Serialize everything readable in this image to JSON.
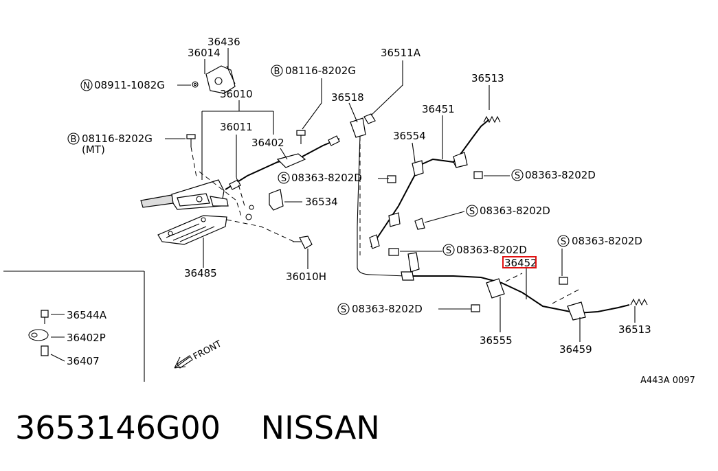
{
  "labels": {
    "p36436": "36436",
    "p36014": "36014",
    "n08911": "08911-1082G",
    "n_symbol": "N",
    "b08116_top": "08116-8202G",
    "b_symbol": "B",
    "p36010": "36010",
    "p36011": "36011",
    "b08116_left": "08116-8202G",
    "mt": "(MT)",
    "p36402": "36402",
    "p36518": "36518",
    "p36511a": "36511A",
    "p36513_top": "36513",
    "p36451": "36451",
    "p36554": "36554",
    "s_symbol": "S",
    "s08363_a": "08363-8202D",
    "s08363_b": "08363-8202D",
    "p36534": "36534",
    "s08363_c": "08363-8202D",
    "s08363_d": "08363-8202D",
    "s08363_e": "08363-8202D",
    "p36485": "36485",
    "p36010h": "36010H",
    "p36452": "36452",
    "s08363_f": "08363-8202D",
    "p36555": "36555",
    "p36459": "36459",
    "p36513_bot": "36513",
    "p36544a": "36544A",
    "p36402p": "36402P",
    "p36407": "36407",
    "front": "FRONT",
    "ref_code": "A443A 0097"
  },
  "caption": {
    "part_number": "3653146G00",
    "brand": "NISSAN"
  },
  "colors": {
    "highlight": "#e11111",
    "line": "#000000"
  }
}
